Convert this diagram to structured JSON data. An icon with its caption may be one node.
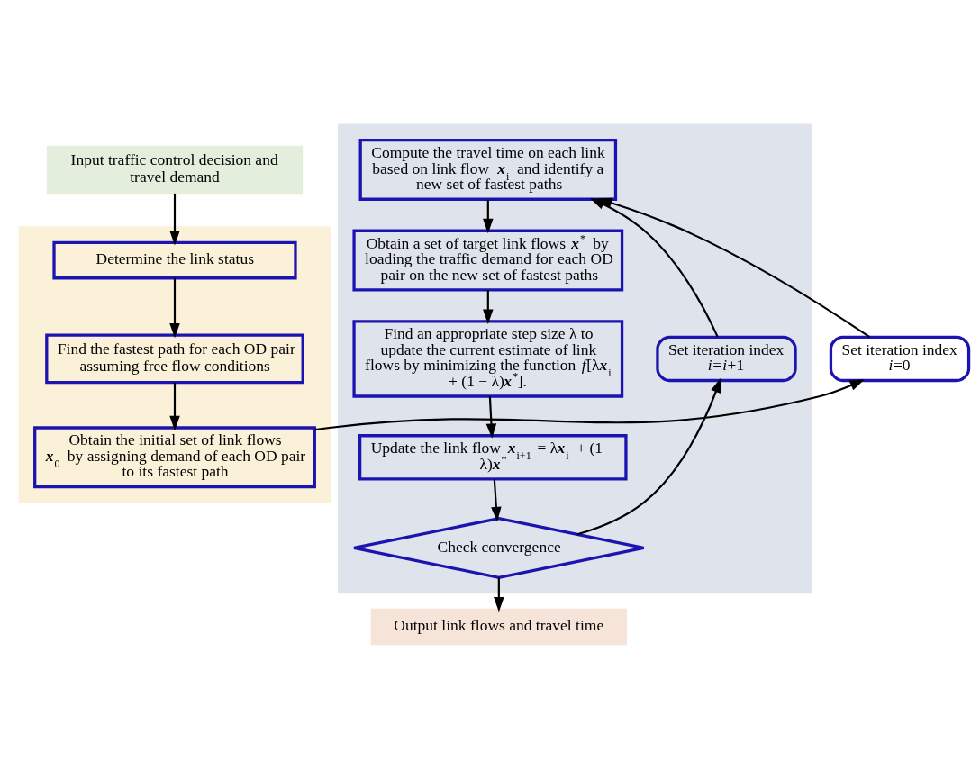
{
  "diagram": {
    "nodes": [
      {
        "text": [
          "Input traffic control decision and travel demand"
        ]
      },
      {
        "text": [],
        "shape": "box"
      },
      {
        "text": [
          "Determine the link status"
        ],
        "in": 1
      },
      {
        "text": [
          "Find the fastest path for each OD pair assuming free flow conditions"
        ],
        "in": 1
      },
      {
        "text": [
          "Obtain the initial set of link flows **x**$_{0}$ by assigning demand of each OD pair to its fastest path"
        ],
        "in": 1
      },
      {
        "text": [
          "Set iteration index *i*=0"
        ]
      },
      {
        "text": [],
        "shape": "box"
      },
      {
        "text": [
          "Compute the travel time on each link based on link flow **x**$_{i}$ and identify a new set of fastest paths"
        ],
        "in": 6
      },
      {
        "text": [
          "Obtain a set of target link flows **x**$^{*}$ by loading the traffic demand for each OD pair on the new set of fastest paths"
        ],
        "in": 6
      },
      {
        "text": [
          "Find an appropriate step size λ to update the current estimate of link flows by minimizing the function *f*[λ**x**$_{i}$ + (1 − λ)**x**$^{*}$]."
        ],
        "in": 6
      },
      {
        "text": [
          "Update the link flow **x**$_{i+1}$ = λ**x**$_{i}$ + (1 − λ)**x**$^{*}$"
        ],
        "in": 6
      },
      {
        "text": [
          "Check convergence"
        ],
        "in": 6
      },
      {
        "text": [
          "Set iteration index *i*=*i*+1"
        ],
        "in": 6
      },
      {
        "text": [
          "Output link flows and travel time"
        ]
      }
    ],
    "edges": [
      {
        "from": 0,
        "to": 2,
        "arrow": "to"
      },
      {
        "from": 2,
        "to": 3,
        "arrow": "to"
      },
      {
        "from": 3,
        "to": 4,
        "arrow": "to"
      },
      {
        "from": 4,
        "to": 5,
        "arrow": "to"
      },
      {
        "from": 5,
        "to": 7,
        "arrow": "to"
      },
      {
        "from": 7,
        "to": 8,
        "arrow": "to"
      },
      {
        "from": 8,
        "to": 9,
        "arrow": "to"
      },
      {
        "from": 9,
        "to": 10,
        "arrow": "to"
      },
      {
        "from": 10,
        "to": 11,
        "arrow": "to"
      },
      {
        "from": 11,
        "to": 12,
        "arrow": "to"
      },
      {
        "from": 12,
        "to": 7,
        "arrow": "to"
      },
      {
        "from": 11,
        "to": 13,
        "arrow": "to"
      }
    ]
  }
}
